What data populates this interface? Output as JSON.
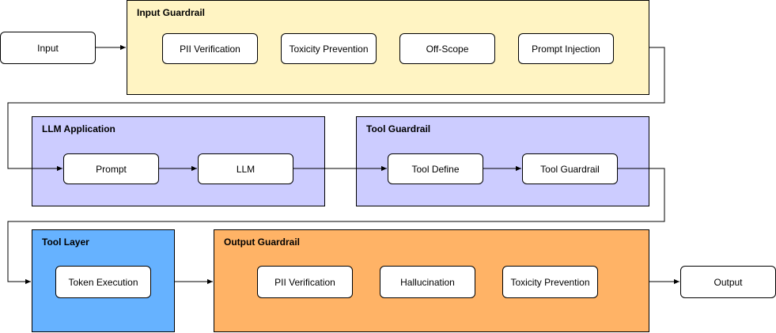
{
  "colors": {
    "input_guardrail": "#fff4c3",
    "llm_application": "#ccccff",
    "tool_guardrail": "#ccccff",
    "tool_layer": "#66b2ff",
    "output_guardrail": "#ffb366",
    "line": "#000000"
  },
  "input_node": "Input",
  "output_node": "Output",
  "input_guardrail": {
    "title": "Input Guardrail",
    "items": [
      "PII Verification",
      "Toxicity Prevention",
      "Off-Scope",
      "Prompt Injection"
    ]
  },
  "llm_application": {
    "title": "LLM Application",
    "items": [
      "Prompt",
      "LLM"
    ]
  },
  "tool_guardrail": {
    "title": "Tool Guardrail",
    "items": [
      "Tool Define",
      "Tool Guardrail"
    ]
  },
  "tool_layer": {
    "title": "Tool Layer",
    "items": [
      "Token Execution"
    ]
  },
  "output_guardrail": {
    "title": "Output Guardrail",
    "items": [
      "PII Verification",
      "Hallucination",
      "Toxicity Prevention"
    ]
  }
}
